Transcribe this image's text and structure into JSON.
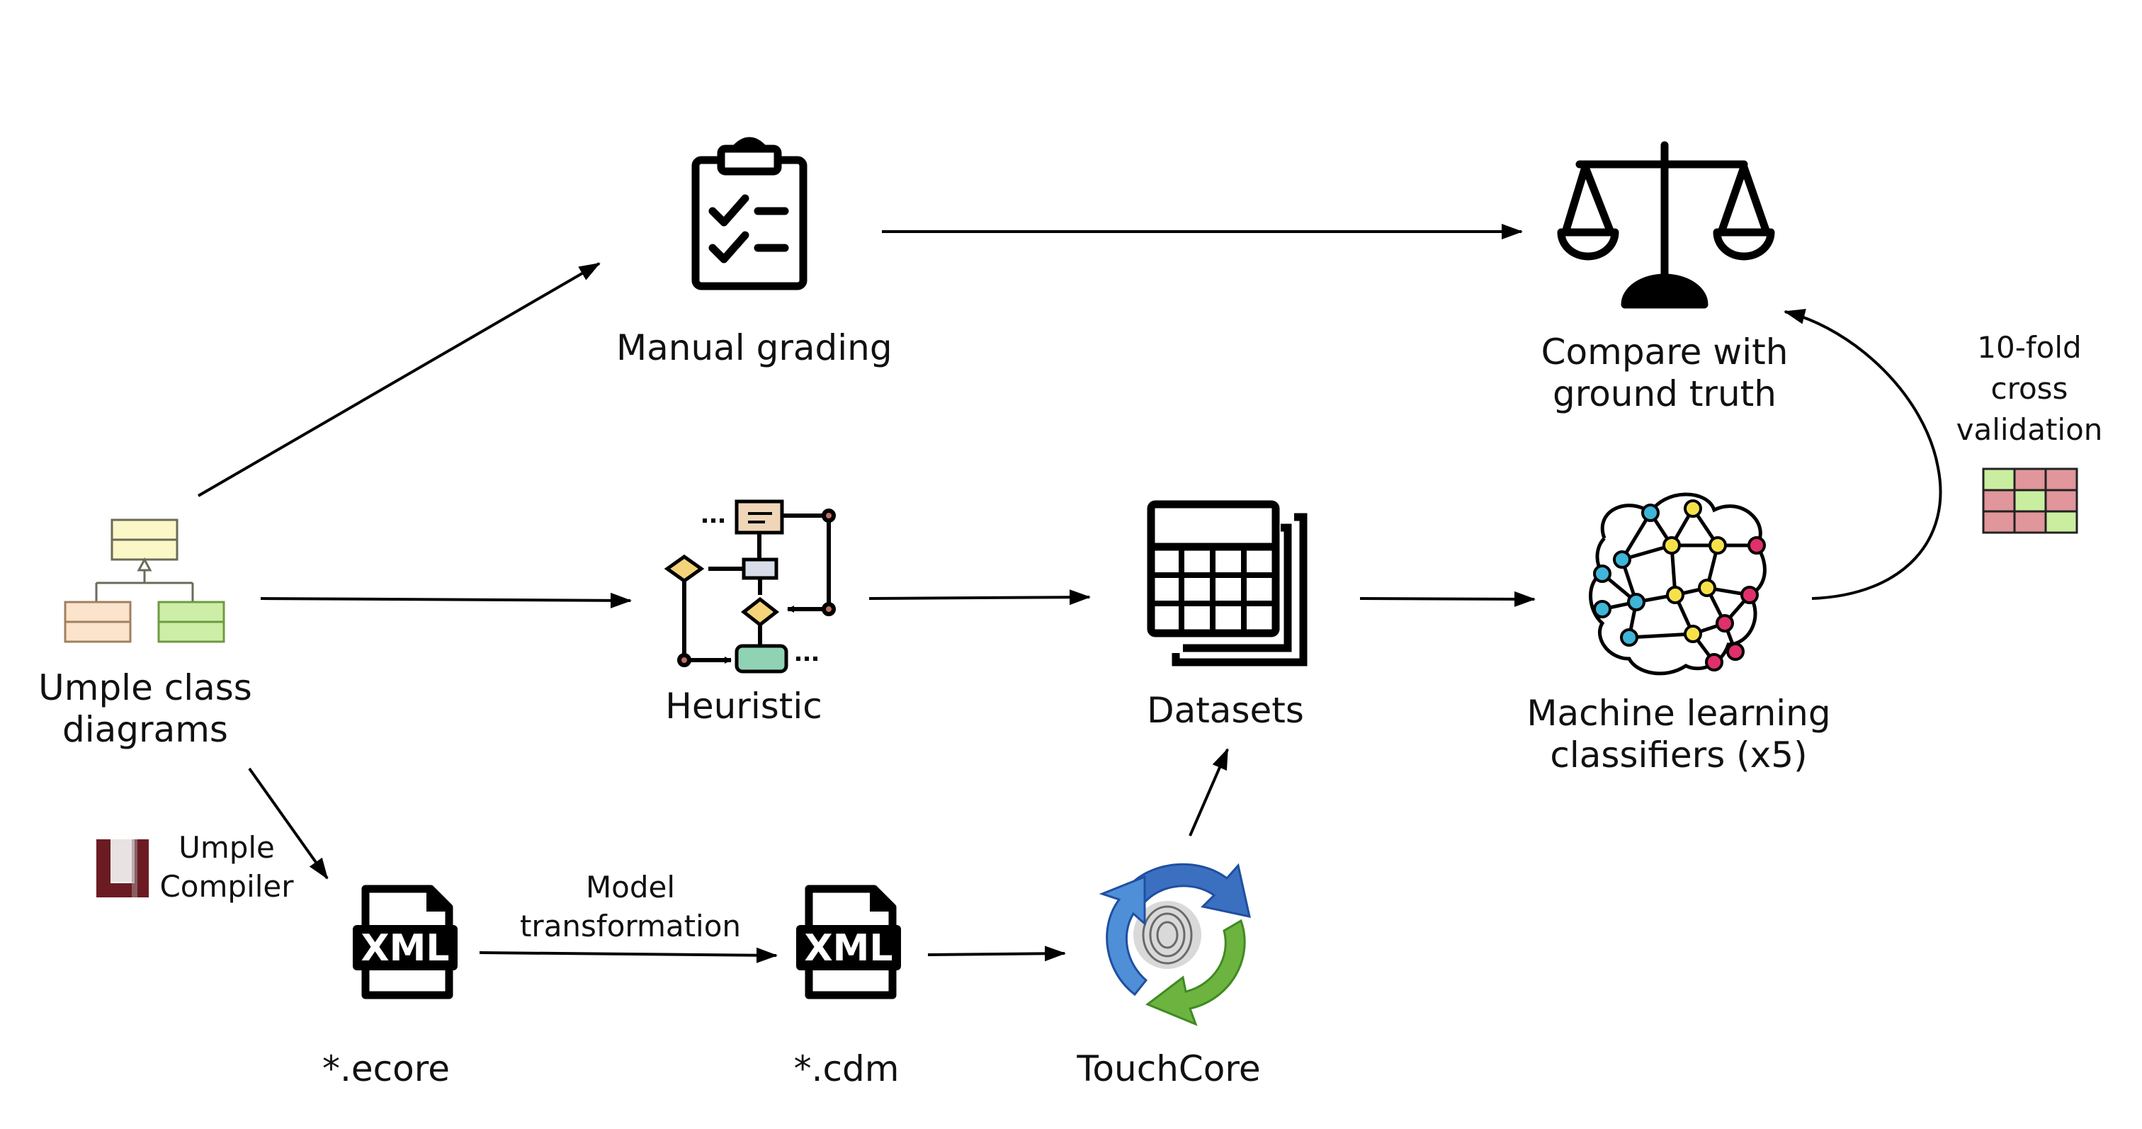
{
  "nodes": {
    "manual_grading": "Manual grading",
    "compare": [
      "Compare with",
      "ground truth"
    ],
    "cv": [
      "10-fold",
      "cross",
      "validation"
    ],
    "umple": [
      "Umple class",
      "diagrams"
    ],
    "heuristic": "Heuristic",
    "datasets": "Datasets",
    "ml": [
      "Machine learning",
      "classifiers (x5)"
    ],
    "compiler": [
      "Umple",
      "Compiler"
    ],
    "transformation": [
      "Model",
      "transformation"
    ],
    "ecore": "*.ecore",
    "cdm": "*.cdm",
    "touchcore": "TouchCore"
  },
  "icons": {
    "xml_text": "XML"
  },
  "colors": {
    "line": "#000000",
    "uml_top": "#fbf7c7",
    "uml_left": "#fbe3cc",
    "uml_right": "#cdeea6",
    "flow_process": "#f0d6b8",
    "flow_decision": "#f5d37a",
    "flow_terminal": "#8fd3b4",
    "flow_node": "#c9cfdc",
    "nn_blue": "#3fb5d8",
    "nn_yellow": "#f7e14b",
    "nn_red": "#e0306a",
    "cv_green": "#c9ee9f",
    "cv_red": "#e0969a",
    "umple_logo": "#6b1c22"
  }
}
